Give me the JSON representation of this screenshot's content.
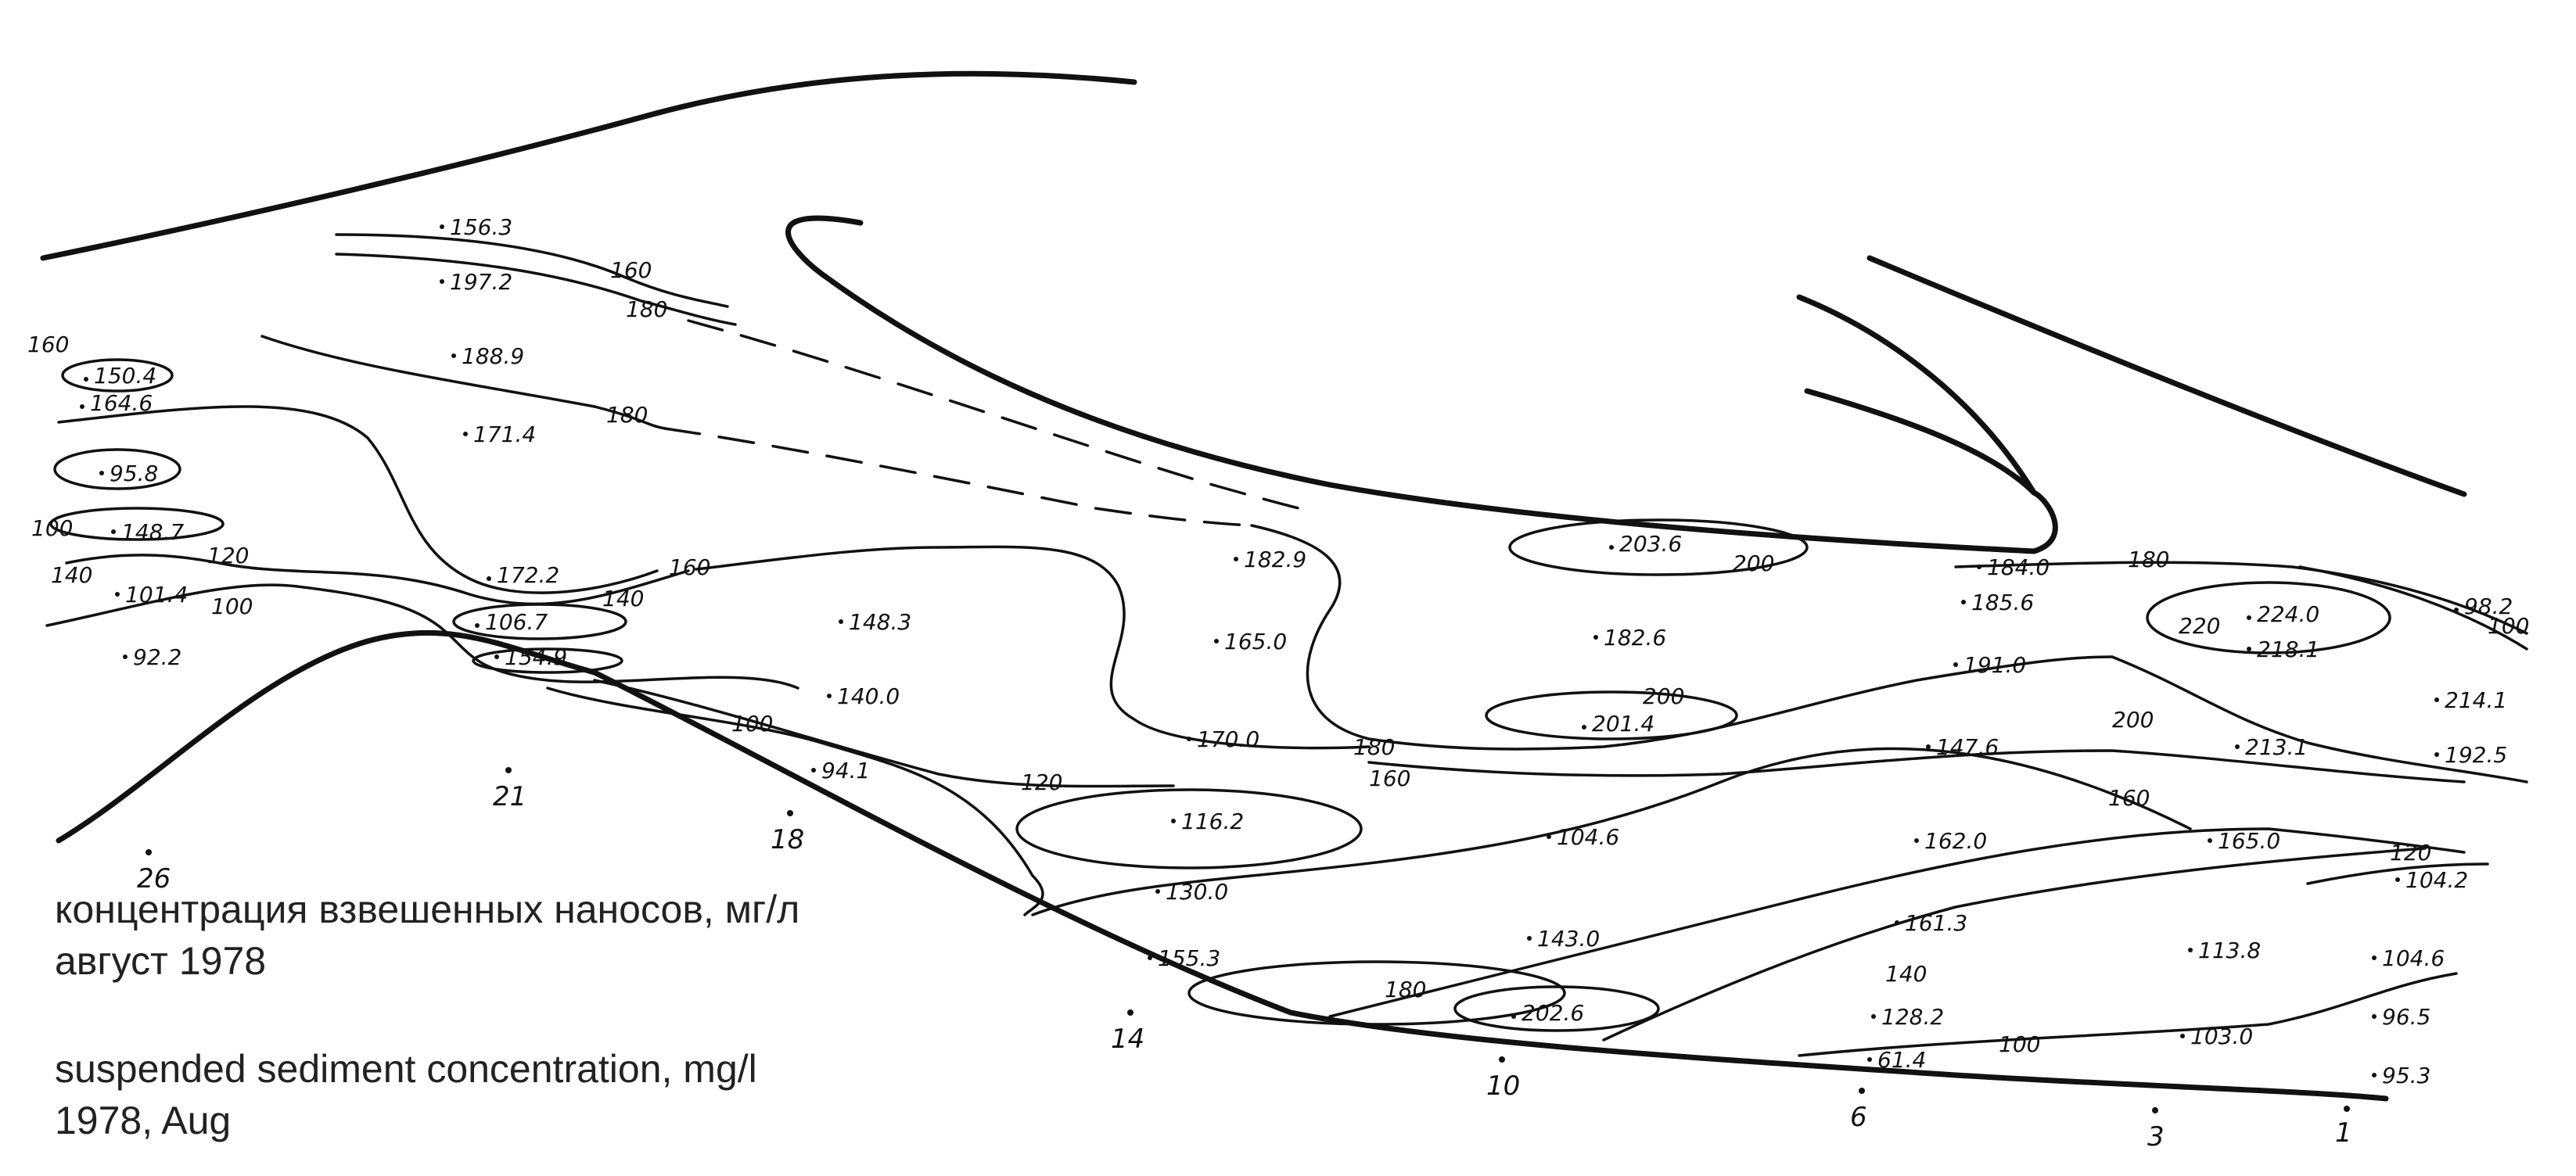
{
  "caption": {
    "ru_line1": "концентрация взвешенных наносов, мг/л",
    "ru_line2": "август 1978",
    "en_line1": "suspended sediment concentration, mg/l",
    "en_line2": "1978, Aug"
  },
  "stations": [
    "26",
    "21",
    "18",
    "14",
    "10",
    "6",
    "3",
    "1"
  ],
  "isoline_labels": [
    "160",
    "180",
    "180",
    "160",
    "100",
    "140",
    "120",
    "100",
    "160",
    "140",
    "100",
    "120",
    "180",
    "160",
    "200",
    "200",
    "180",
    "200",
    "220",
    "100",
    "160",
    "120",
    "180",
    "140",
    "100"
  ],
  "measurements": [
    "156.3",
    "197.2",
    "188.9",
    "171.4",
    "150.4",
    "164.6",
    "95.8",
    "148.7",
    "101.4",
    "92.2",
    "172.2",
    "106.7",
    "154.9",
    "148.3",
    "182.9",
    "165.0",
    "170.0",
    "140.0",
    "94.1",
    "116.2",
    "130.0",
    "155.3",
    "203.6",
    "182.6",
    "201.4",
    "104.6",
    "143.0",
    "202.6",
    "184.0",
    "185.6",
    "191.0",
    "147.6",
    "162.0",
    "161.3",
    "128.2",
    "61.4",
    "98.2",
    "224.0",
    "218.1",
    "214.1",
    "213.1",
    "192.5",
    "165.0",
    "104.2",
    "113.8",
    "104.6",
    "96.5",
    "103.0",
    "95.3"
  ],
  "colors": {
    "ink": "#111111",
    "caption": "#222222",
    "background": "#ffffff"
  }
}
